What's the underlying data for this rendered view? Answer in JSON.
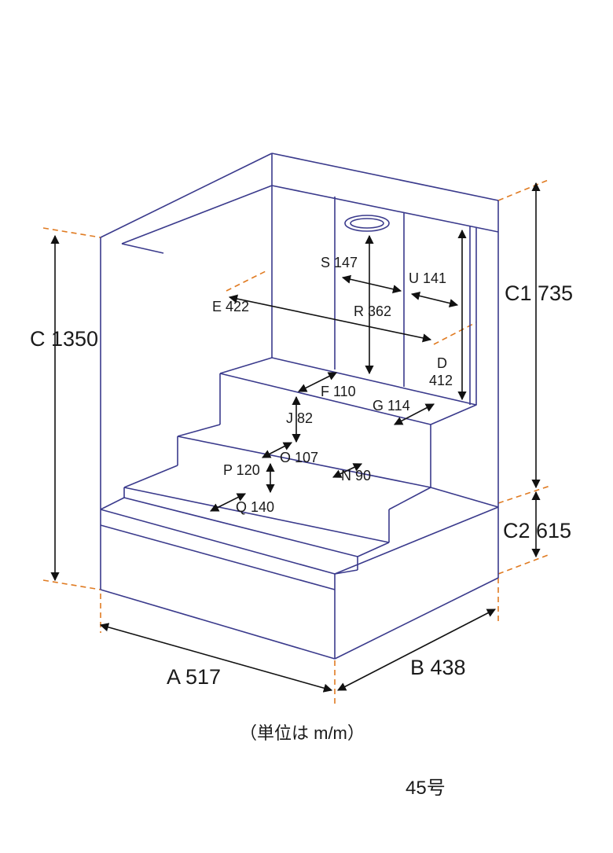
{
  "dimensions": {
    "A": "A 517",
    "B": "B 438",
    "C": "C 1350",
    "C1": "C1 735",
    "C2": "C2 615",
    "D_letter": "D",
    "D_value": "412",
    "E": "E 422",
    "F": "F 110",
    "G": "G 114",
    "J": "J 82",
    "N": "N 90",
    "O": "O 107",
    "P": "P 120",
    "Q": "Q 140",
    "R": "R 362",
    "S": "S 147",
    "U": "U 141"
  },
  "unit_note": "（単位は m/m）",
  "model_number": "45号",
  "colors": {
    "outline": "#3a3a8c",
    "guide": "#e07b22",
    "dimension": "#111111"
  }
}
